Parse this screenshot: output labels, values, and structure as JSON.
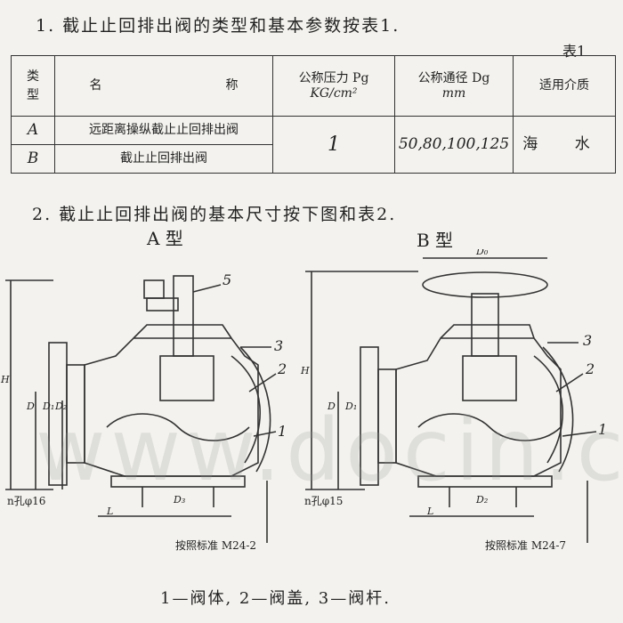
{
  "heading1": "1. 截止止回排出阀的类型和基本参数按表1.",
  "table_no": "表1",
  "table": {
    "headers": {
      "type": "类型",
      "name_a": "名",
      "name_b": "称",
      "pressure": "公称压力 Pg",
      "pressure_unit": "KG/cm²",
      "diameter": "公称通径 Dg",
      "diameter_unit": "mm",
      "medium": "适用介质"
    },
    "rows": [
      {
        "type": "A",
        "name": "远距离操纵截止止回排出阀"
      },
      {
        "type": "B",
        "name": "截止止回排出阀"
      }
    ],
    "pressure_value": "1",
    "diameter_value": "50,80,100,125",
    "medium_value": "海 水"
  },
  "heading2": "2. 截止止回排出阀的基本尺寸按下图和表2.",
  "figure_a": {
    "label": "A 型",
    "callouts": [
      "5",
      "3",
      "2",
      "1"
    ],
    "hole_note": "n孔φ16",
    "dim_labels": [
      "H",
      "L",
      "D",
      "D₁",
      "D₂",
      "D₃"
    ],
    "thread_note": "按照标准 M24-2"
  },
  "figure_b": {
    "label": "B 型",
    "callouts": [
      "3",
      "2",
      "1"
    ],
    "hole_note": "n孔φ15",
    "dim_labels": [
      "H",
      "L",
      "D",
      "D₁",
      "D₂",
      "D₀"
    ],
    "thread_note": "按照标准 M24-7"
  },
  "legend": "1—阀体, 2—阀盖, 3—阀杆.",
  "watermark": "www.docin.com"
}
